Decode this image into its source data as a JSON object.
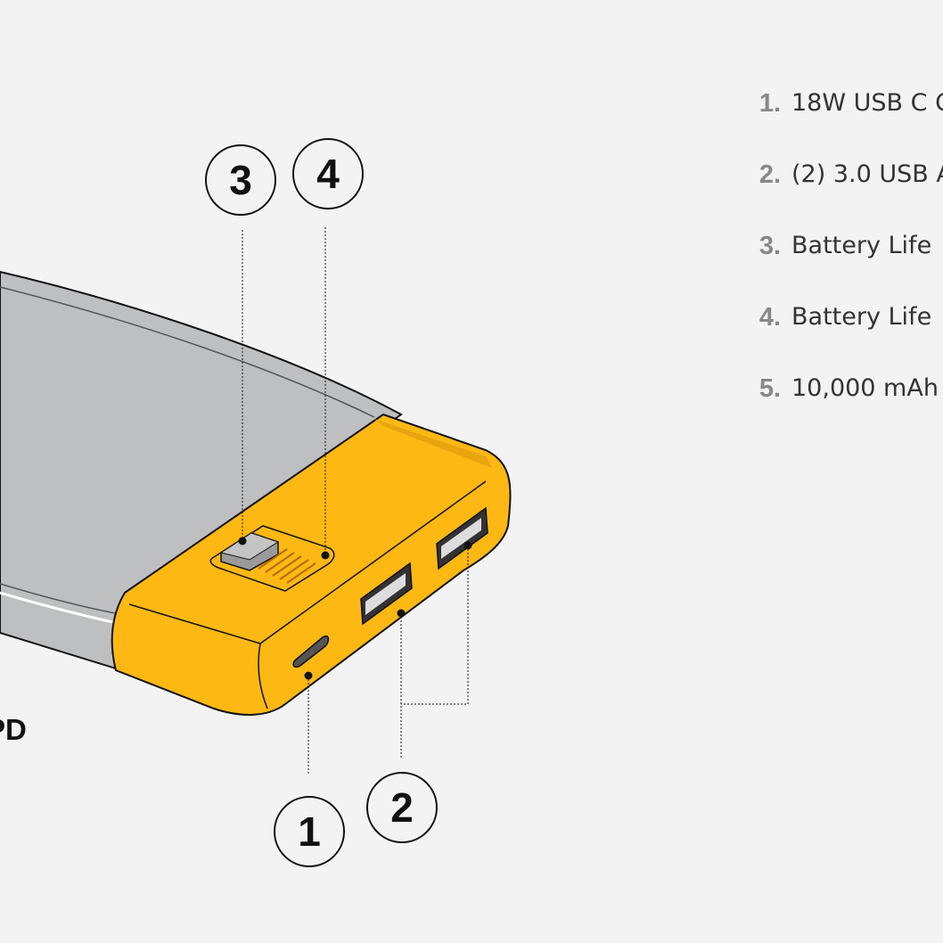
{
  "legend": {
    "items": [
      {
        "number": "1.",
        "text": "18W USB C C"
      },
      {
        "number": "2.",
        "text": "(2) 3.0 USB A"
      },
      {
        "number": "3.",
        "text": "Battery Life"
      },
      {
        "number": "4.",
        "text": "Battery Life"
      },
      {
        "number": "5.",
        "text": "10,000 mAh"
      }
    ]
  },
  "side_label": "PD",
  "callouts": {
    "c1": "1",
    "c2": "2",
    "c3": "3",
    "c4": "4"
  },
  "colors": {
    "body_gray": "#bebfc1",
    "accent_yellow": "#fdb813",
    "background": "#f3f3f3"
  }
}
